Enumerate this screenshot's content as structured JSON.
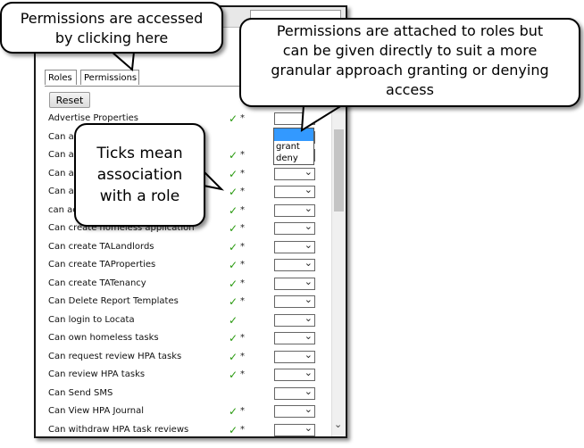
{
  "tabs": {
    "roles": "Roles",
    "permissions": "Permissions"
  },
  "reset_label": "Reset",
  "dropdown_options": [
    "grant",
    "deny"
  ],
  "callouts": {
    "click_here_1": "Permissions are accessed",
    "click_here_2": "by clicking here",
    "attached_1": "Permissions are attached to roles but",
    "attached_2": "can be given directly to suit a more",
    "attached_3": "granular approach granting or denying",
    "attached_4": "access",
    "ticks_1": "Ticks mean",
    "ticks_2": "association",
    "ticks_3": "with a role"
  },
  "permissions": [
    {
      "label": "Advertise Properties",
      "tick": true,
      "star": true
    },
    {
      "label": "Can ac",
      "tick": false,
      "star": false
    },
    {
      "label": "Can ac",
      "tick": true,
      "star": true
    },
    {
      "label": "Can ac",
      "tick": true,
      "star": true
    },
    {
      "label": "Can ac",
      "tick": true,
      "star": true
    },
    {
      "label": "can ac",
      "tick": true,
      "star": true
    },
    {
      "label": "Can create homeless application",
      "tick": true,
      "star": true
    },
    {
      "label": "Can create TALandlords",
      "tick": true,
      "star": true
    },
    {
      "label": "Can create TAProperties",
      "tick": true,
      "star": true
    },
    {
      "label": "Can create TATenancy",
      "tick": true,
      "star": true
    },
    {
      "label": "Can Delete Report Templates",
      "tick": true,
      "star": true
    },
    {
      "label": "Can login to Locata",
      "tick": true,
      "star": false
    },
    {
      "label": "Can own homeless tasks",
      "tick": true,
      "star": true
    },
    {
      "label": "Can request review HPA tasks",
      "tick": true,
      "star": true
    },
    {
      "label": "Can review HPA tasks",
      "tick": true,
      "star": true
    },
    {
      "label": "Can Send SMS",
      "tick": false,
      "star": false
    },
    {
      "label": "Can View HPA Journal",
      "tick": true,
      "star": true
    },
    {
      "label": "Can withdraw HPA task reviews",
      "tick": true,
      "star": true
    }
  ],
  "tick_glyph": "✓",
  "star_glyph": "*",
  "colors": {
    "tick": "#2a9a10",
    "highlight": "#3399ff"
  }
}
